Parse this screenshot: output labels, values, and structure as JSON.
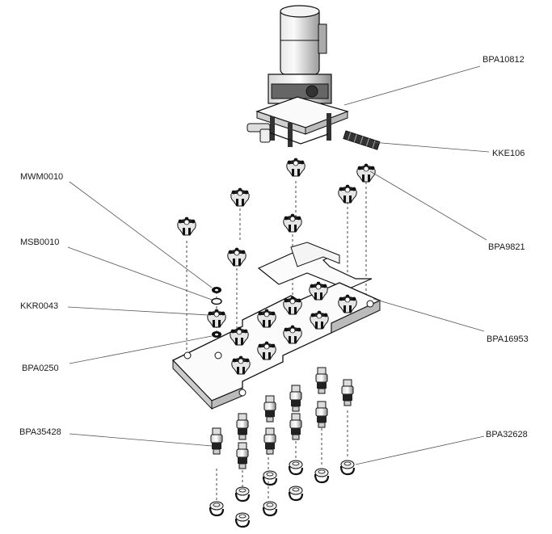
{
  "labels": {
    "bpa10812": "BPA10812",
    "kke106": "KKE106",
    "mwm0010": "MWM0010",
    "bpa9821": "BPA9821",
    "msb0010": "MSB0010",
    "kkr0043": "KKR0043",
    "bpa16953": "BPA16953",
    "bpa0250": "BPA0250",
    "bpa35428": "BPA35428",
    "bpa32628": "BPA32628"
  }
}
